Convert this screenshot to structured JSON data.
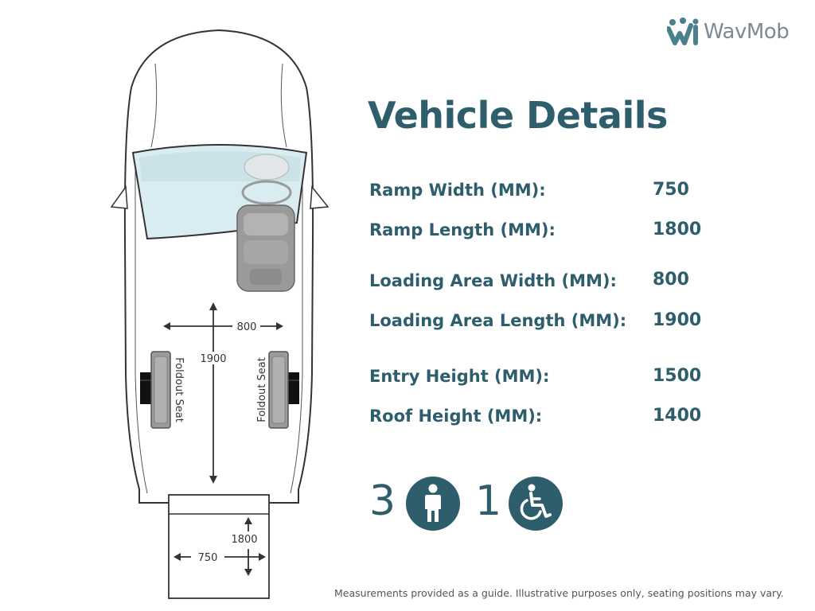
{
  "brand": {
    "name": "WavMob"
  },
  "title": "Vehicle Details",
  "specs": [
    {
      "label": "Ramp Width (MM):",
      "value": "750"
    },
    {
      "label": "Ramp Length (MM):",
      "value": "1800"
    },
    {
      "label": "Loading Area Width (MM):",
      "value": "800"
    },
    {
      "label": "Loading Area Length (MM):",
      "value": "1900"
    },
    {
      "label": "Entry Height (MM):",
      "value": "1500"
    },
    {
      "label": "Roof Height (MM):",
      "value": "1400"
    }
  ],
  "occupancy": {
    "passengers": "3",
    "wheelchairs": "1"
  },
  "diagram": {
    "width_dim": "800",
    "length_dim": "1900",
    "seat_left": "Foldout Seat",
    "seat_right": "Foldout Seat",
    "ramp_length_dim": "1800",
    "ramp_width_dim": "750"
  },
  "icons": {
    "logo": "wavmob-logo-icon",
    "passenger": "person-icon",
    "wheelchair": "wheelchair-icon"
  },
  "colors": {
    "accent": "#2e5e6c",
    "logo_text": "#7d8a92",
    "footer": "#555555"
  },
  "footer": "Measurements provided as a guide. Illustrative purposes only, seating positions may vary."
}
